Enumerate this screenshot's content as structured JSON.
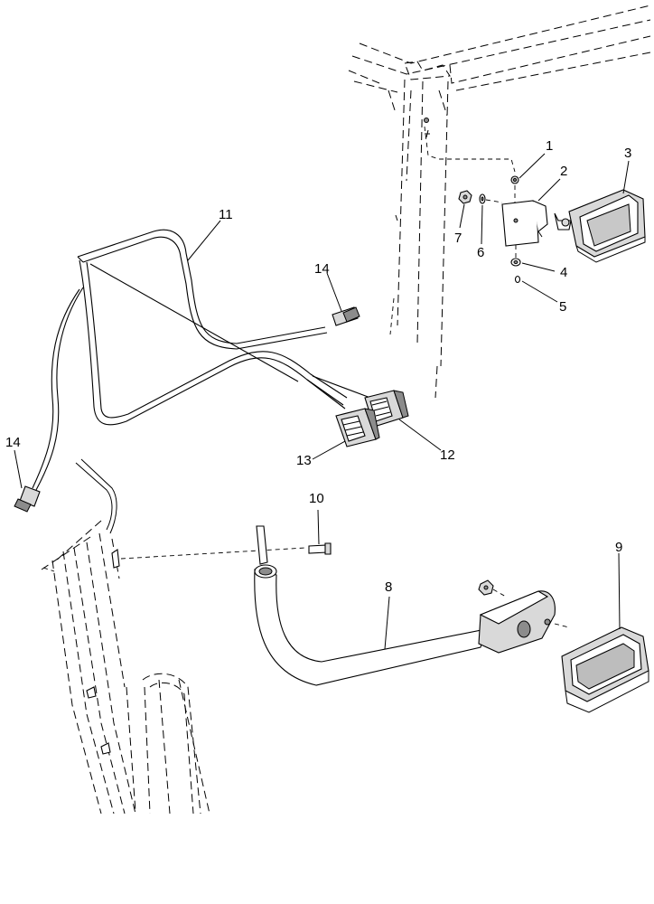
{
  "callouts": {
    "c1": "1",
    "c2": "2",
    "c3": "3",
    "c4": "4",
    "c5": "5",
    "c6": "6",
    "c7": "7",
    "c8": "8",
    "c9": "9",
    "c10": "10",
    "c11": "11",
    "c12": "12",
    "c13": "13",
    "c14a": "14",
    "c14b": "14"
  }
}
